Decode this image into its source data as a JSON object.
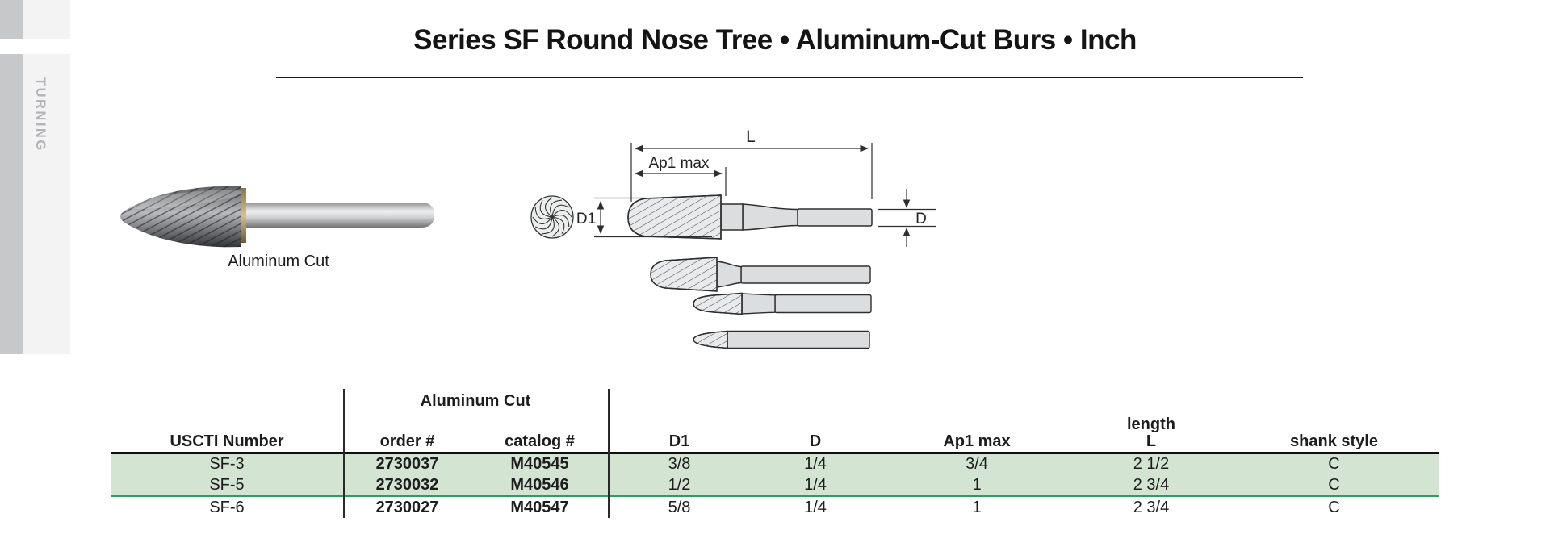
{
  "sidebar": {
    "tab_label": "TURNING"
  },
  "header": {
    "title": "Series SF Round Nose Tree • Aluminum-Cut Burs • Inch"
  },
  "photo": {
    "caption": "Aluminum Cut"
  },
  "diagram": {
    "labels": {
      "overall_length": "L",
      "flute_length_max": "Ap1 max",
      "head_diameter": "D1",
      "shank_diameter": "D"
    }
  },
  "table": {
    "group_header": "Aluminum Cut",
    "length_label": "length",
    "columns": [
      "USCTI Number",
      "order #",
      "catalog #",
      "D1",
      "D",
      "Ap1 max",
      "L",
      "shank style"
    ],
    "rows": [
      [
        "SF-3",
        "2730037",
        "M40545",
        "3/8",
        "1/4",
        "3/4",
        "2 1/2",
        "C"
      ],
      [
        "SF-5",
        "2730032",
        "M40546",
        "1/2",
        "1/4",
        "1",
        "2 3/4",
        "C"
      ],
      [
        "SF-6",
        "2730027",
        "M40547",
        "5/8",
        "1/4",
        "1",
        "2 3/4",
        "C"
      ]
    ]
  },
  "colors": {
    "row_highlight": "#d4e4d3",
    "divider_green": "#2d9d60"
  }
}
